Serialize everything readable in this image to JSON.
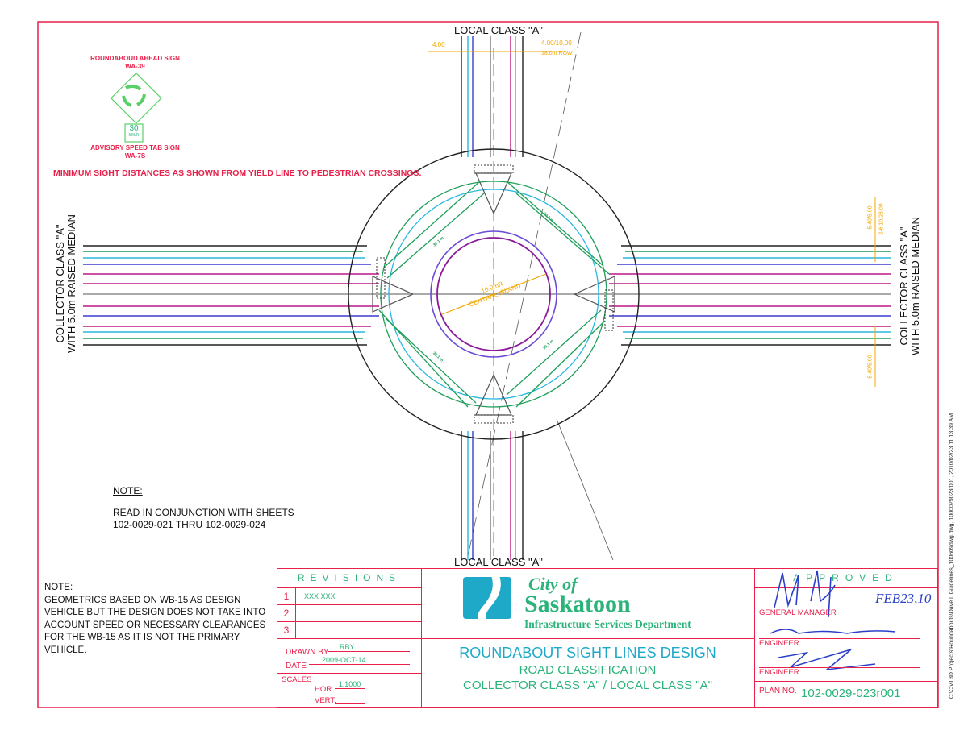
{
  "colors": {
    "border": "#e8204a",
    "title_green": "#2bb37a",
    "title_cyan": "#1fa9c9",
    "dim_orange": "#f0a800",
    "signature_blue": "#2a3fc9"
  },
  "road_labels": {
    "top": "LOCAL CLASS \"A\"",
    "bottom": "LOCAL CLASS \"A\"",
    "left_line1": "COLLECTOR CLASS \"A\"",
    "left_line2": "WITH 5.0m RAISED MEDIAN",
    "right_line1": "COLLECTOR CLASS \"A\"",
    "right_line2": "WITH 5.0m RAISED MEDIAN"
  },
  "dimensions": {
    "top_left": "4.00",
    "top_right": "4.00/10.00",
    "top_row": "18.0m ROW",
    "right_top_a": "5.40/5.00",
    "right_top_b": "2-6.10/28.00",
    "right_bottom": "5.40/5.00",
    "central_island_radius": "16.0mR",
    "central_island_label": "CENTRAL ISLAND",
    "sight_distance": "30.1 m"
  },
  "signs": {
    "roundabout_title": "ROUNDABOUD AHEAD SIGN",
    "roundabout_code": "WA-39",
    "speed_value": "30",
    "speed_unit": "km/h",
    "speed_title": "ADVISORY SPEED TAB SIGN",
    "speed_code": "WA-7S"
  },
  "sight_note": "MINIMUM SIGHT DISTANCES AS SHOWN FROM YIELD LINE TO PEDESTRIAN CROSSINGS.",
  "note1": {
    "title": "NOTE:",
    "line1": "READ IN CONJUNCTION WITH SHEETS",
    "line2": "102-0029-021 THRU 102-0029-024"
  },
  "note2": {
    "title": "NOTE:",
    "lines": [
      "GEOMETRICS BASED ON WB-15 AS DESIGN",
      "VEHICLE BUT THE DESIGN DOES NOT TAKE INTO",
      "ACCOUNT SPEED OR NECESSARY CLEARANCES",
      "FOR THE WB-15 AS IT IS NOT THE PRIMARY",
      "VEHICLE."
    ]
  },
  "revisions": {
    "title": "REVISIONS",
    "rows": [
      {
        "num": "1",
        "text": "XXX XXX"
      },
      {
        "num": "2",
        "text": ""
      },
      {
        "num": "3",
        "text": ""
      }
    ]
  },
  "drawn": {
    "drawn_by_label": "DRAWN BY",
    "drawn_by": "RBY",
    "date_label": "DATE",
    "date": "2009-OCT-14",
    "scales_label": "SCALES :",
    "hor_label": "HOR.",
    "hor": "1:1000",
    "vert_label": "VERT."
  },
  "logo": {
    "line1": "City of",
    "line2": "Saskatoon",
    "line3": "Infrastructure Services Department"
  },
  "title": {
    "line1": "ROUNDABOUT SIGHT LINES DESIGN",
    "line2": "ROAD CLASSIFICATION",
    "line3": "COLLECTOR CLASS \"A\" / LOCAL CLASS \"A\""
  },
  "approval": {
    "approved": "APPROVED",
    "date": "FEB23,10",
    "general_manager": "GENERAL MANAGER",
    "engineer1": "ENGINEER",
    "engineer2": "ENGINEER",
    "plan_label": "PLAN NO.",
    "plan_no": "102-0029-023r001"
  },
  "file_path": "C:\\Civil 3D Projects\\Roundabouts\\Dave L Guidelines_100609dwg.dwg, 1000029023r001, 2010/02/23 11:13:39 AM"
}
